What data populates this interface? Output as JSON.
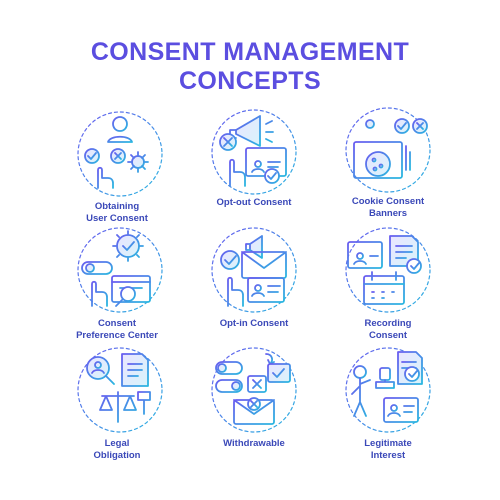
{
  "title": {
    "line1": "CONSENT MANAGEMENT",
    "line2": "CONCEPTS"
  },
  "colors": {
    "title": "#5b4ee0",
    "gradient_start": "#6a5cf0",
    "gradient_end": "#2ab7e0",
    "label": "#3a48b8"
  },
  "items": [
    {
      "label_lines": [
        "Obtaining",
        "User Consent"
      ],
      "icon": "user-checkmark-cross-network-icon"
    },
    {
      "label_lines": [
        "Opt-out Consent"
      ],
      "icon": "megaphone-cross-profile-icon"
    },
    {
      "label_lines": [
        "Cookie Consent",
        "Banners"
      ],
      "icon": "cookie-browser-toggle-icon"
    },
    {
      "label_lines": [
        "Consent",
        "Preference Center"
      ],
      "icon": "gear-check-toggle-magnifier-icon"
    },
    {
      "label_lines": [
        "Opt-in Consent"
      ],
      "icon": "envelope-check-profile-icon"
    },
    {
      "label_lines": [
        "Recording",
        "Consent"
      ],
      "icon": "profile-checklist-calendar-icon"
    },
    {
      "label_lines": [
        "Legal",
        "Obligation"
      ],
      "icon": "magnifier-document-scales-icon"
    },
    {
      "label_lines": [
        "Withdrawable"
      ],
      "icon": "toggles-envelope-cross-icon"
    },
    {
      "label_lines": [
        "Legitimate",
        "Interest"
      ],
      "icon": "person-stamp-document-icon"
    }
  ]
}
